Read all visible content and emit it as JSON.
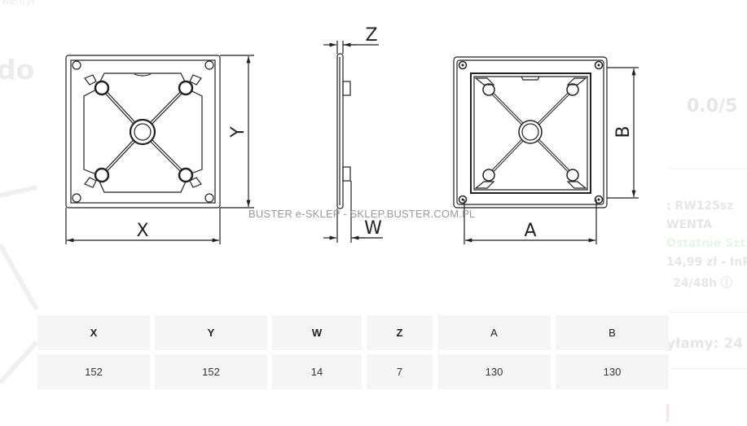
{
  "background": {
    "top_text": "wentyl",
    "heading_fragment": "do",
    "rating": "0.0/5",
    "info_lines": [
      ": RW125sz",
      "WENTA",
      "Ostatnie Szt",
      "14,99 zł - InP",
      "24/48h ⓘ"
    ],
    "promo": "yłamy:  24"
  },
  "drawing": {
    "labels": {
      "x": "X",
      "y": "Y",
      "z": "Z",
      "w": "W",
      "a": "A",
      "b": "B"
    },
    "watermark": "BUSTER e-SKLEP - SKLEP.BUSTER.COM.PL"
  },
  "dimensions_table": {
    "headers": [
      "X",
      "Y",
      "W",
      "Z",
      "A",
      "B"
    ],
    "values": [
      "152",
      "152",
      "14",
      "7",
      "130",
      "130"
    ]
  }
}
